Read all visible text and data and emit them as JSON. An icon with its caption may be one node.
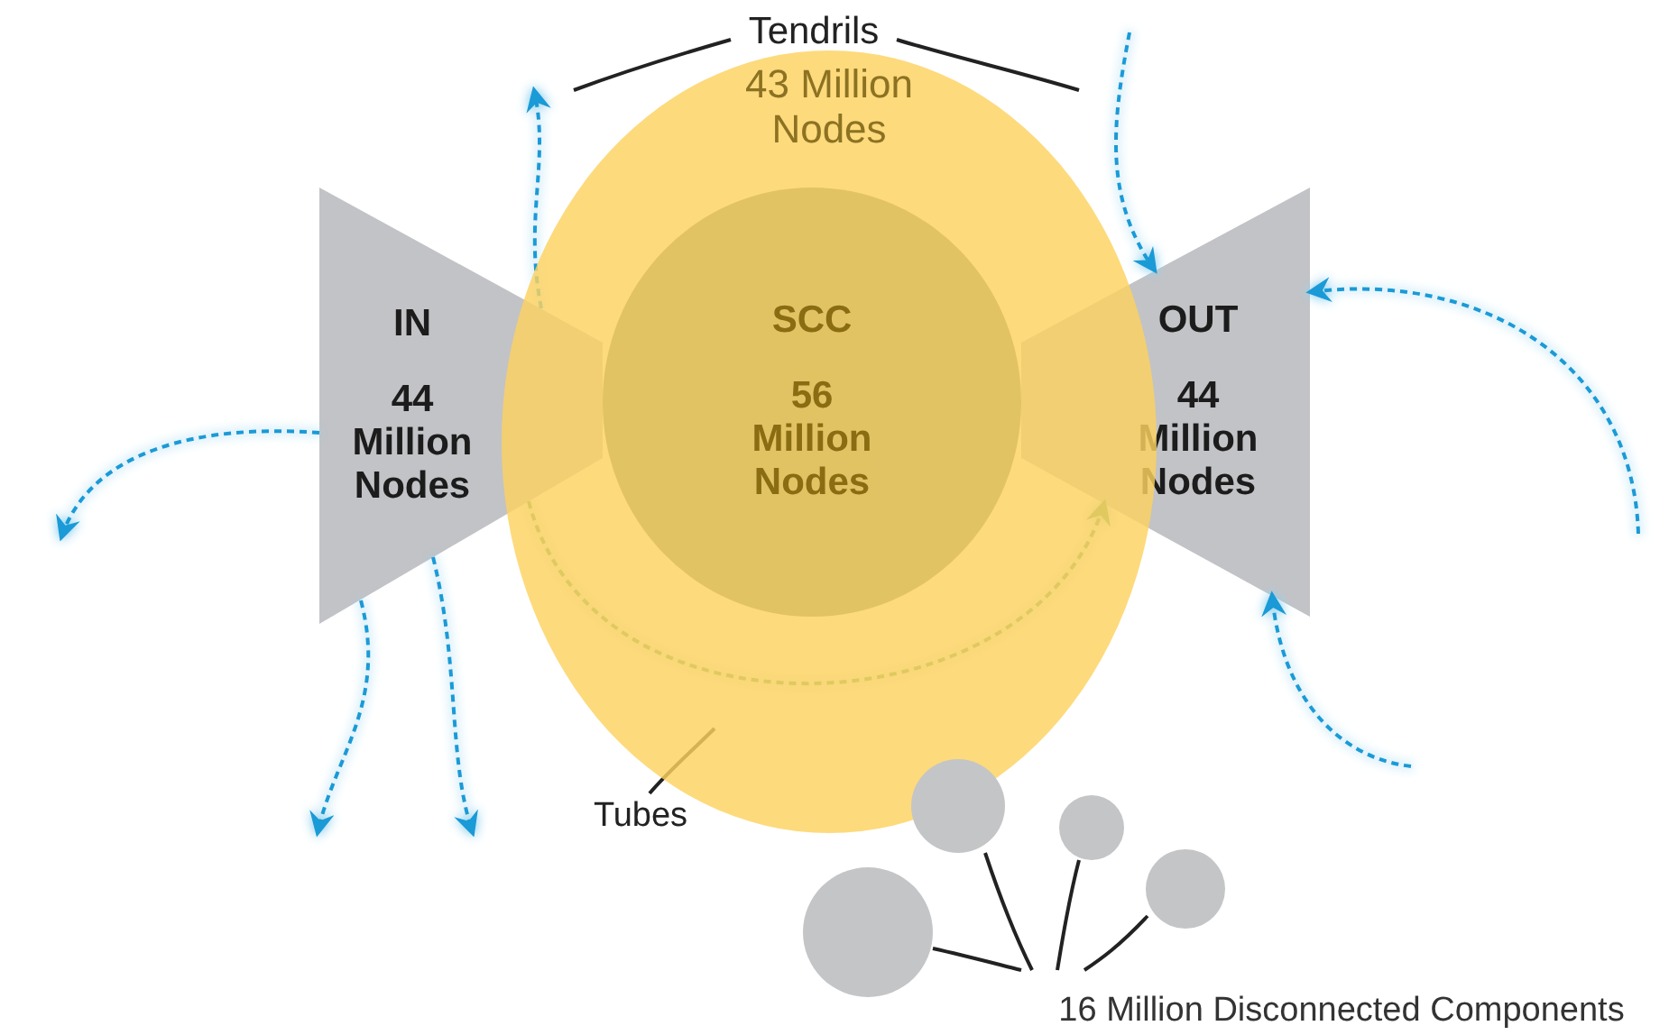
{
  "diagram": {
    "nodes": [
      {
        "text": [
          "Tendrils"
        ]
      },
      {
        "text": [
          "43 Million Nodes"
        ]
      },
      {
        "text": [
          "SCC",
          "56 Million Nodes"
        ],
        "in": 1
      },
      {
        "text": [
          "IN",
          "44 Million Nodes"
        ]
      },
      {
        "text": [
          "OUT",
          "44 Million Nodes"
        ]
      },
      {
        "text": [
          "Tubes"
        ]
      },
      {
        "text": [
          "16 Million Disconnected Components"
        ]
      },
      {
        "text": [],
        "shape": "circle"
      },
      {
        "text": [],
        "shape": "circle"
      },
      {
        "text": [],
        "shape": "circle"
      },
      {
        "text": [],
        "shape": "circle"
      }
    ],
    "edges": [
      {
        "from": 0,
        "to": null,
        "arrow": "none"
      },
      {
        "from": 0,
        "to": null,
        "arrow": "none"
      },
      {
        "from": 3,
        "to": null,
        "arrow": "to",
        "style": "dashed",
        "color": "#1a9ad6"
      },
      {
        "from": 3,
        "to": null,
        "arrow": "to",
        "style": "dashed",
        "color": "#1a9ad6"
      },
      {
        "from": 3,
        "to": null,
        "arrow": "to",
        "style": "dashed",
        "color": "#1a9ad6"
      },
      {
        "from": 3,
        "to": null,
        "arrow": "to",
        "style": "dashed",
        "color": "#1a9ad6"
      },
      {
        "from": null,
        "to": 4,
        "arrow": "to",
        "style": "dashed",
        "color": "#1a9ad6"
      },
      {
        "from": null,
        "to": 4,
        "arrow": "to",
        "style": "dashed",
        "color": "#1a9ad6"
      },
      {
        "from": null,
        "to": 4,
        "arrow": "to",
        "style": "dashed",
        "color": "#1a9ad6"
      },
      {
        "from": 3,
        "to": 4,
        "arrow": "to",
        "style": "dashed",
        "color": "#5f9e62"
      },
      {
        "from": 5,
        "to": null,
        "arrow": "none"
      },
      {
        "from": 6,
        "to": 7,
        "arrow": "none"
      },
      {
        "from": 6,
        "to": 8,
        "arrow": "none"
      },
      {
        "from": 6,
        "to": 9,
        "arrow": "none"
      },
      {
        "from": 6,
        "to": 10,
        "arrow": "none"
      }
    ]
  }
}
